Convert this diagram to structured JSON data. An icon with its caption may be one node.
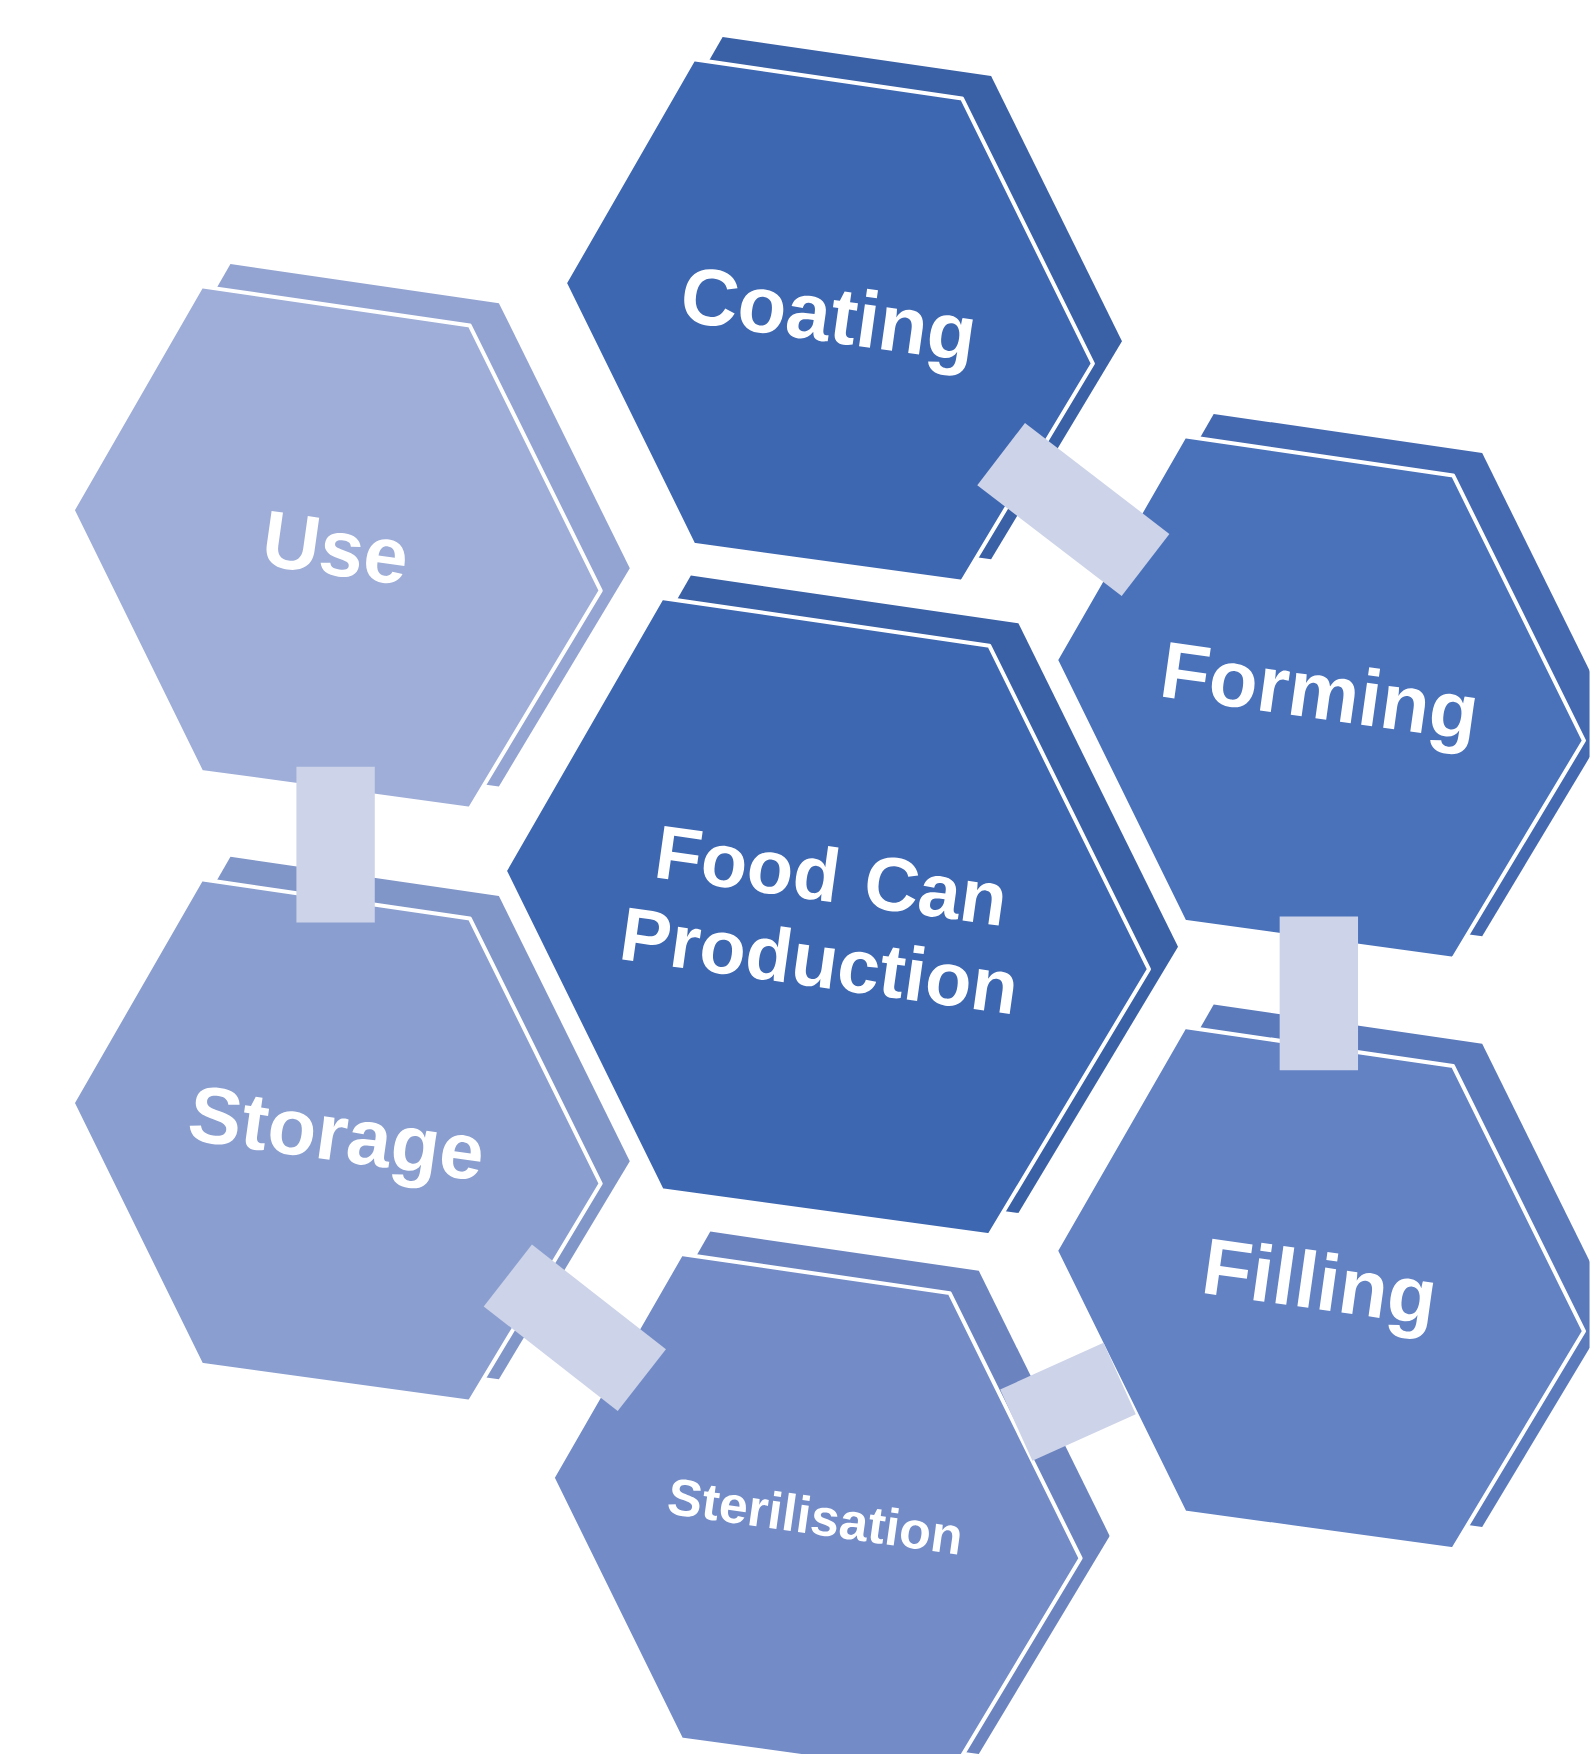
{
  "diagram": {
    "nodes": [
      {
        "text": [
          "Coating"
        ]
      },
      {
        "text": [
          "Use"
        ]
      },
      {
        "text": [
          "Food Can Production"
        ]
      },
      {
        "text": [
          "Forming"
        ]
      },
      {
        "text": [
          "Storage"
        ]
      },
      {
        "text": [
          "Filling"
        ]
      },
      {
        "text": [
          "Sterilisation"
        ]
      }
    ],
    "edges": [
      {
        "from": 0,
        "to": 3,
        "arrow": "none"
      },
      {
        "from": 3,
        "to": 5,
        "arrow": "none"
      },
      {
        "from": 5,
        "to": 6,
        "arrow": "none"
      },
      {
        "from": 6,
        "to": 4,
        "arrow": "none"
      },
      {
        "from": 4,
        "to": 1,
        "arrow": "none"
      }
    ]
  }
}
